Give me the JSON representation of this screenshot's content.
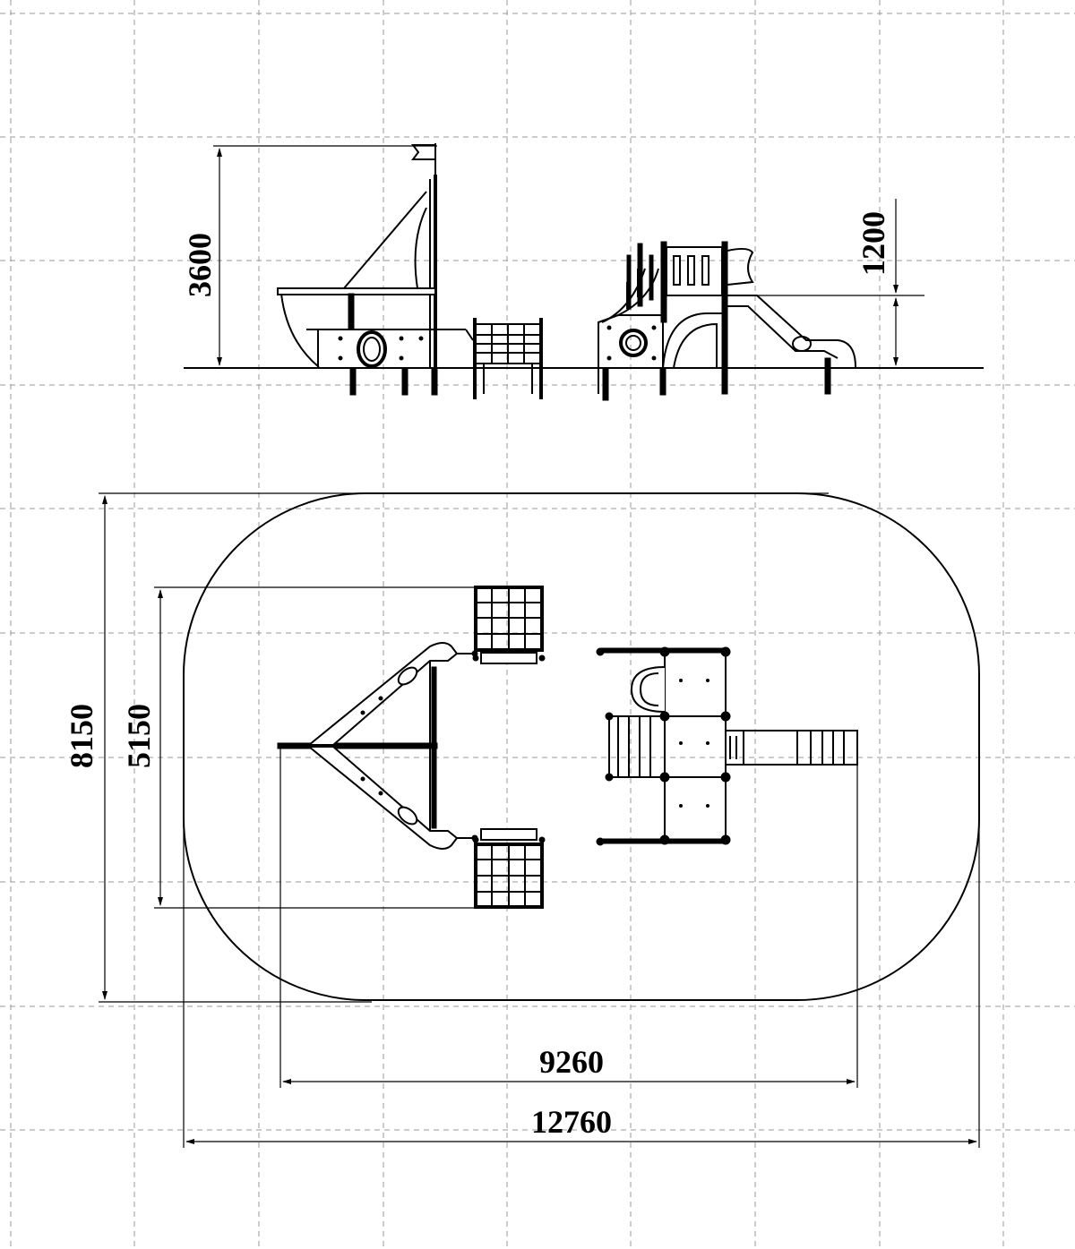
{
  "dimensions": {
    "elevation_height": "3600",
    "slide_height": "1200",
    "plan_depth_outer": "8150",
    "plan_depth_inner": "5150",
    "plan_width_inner": "9260",
    "plan_width_outer": "12760"
  },
  "colors": {
    "ink": "#000000",
    "grid": "#9a9a9a",
    "background": "#ffffff"
  }
}
